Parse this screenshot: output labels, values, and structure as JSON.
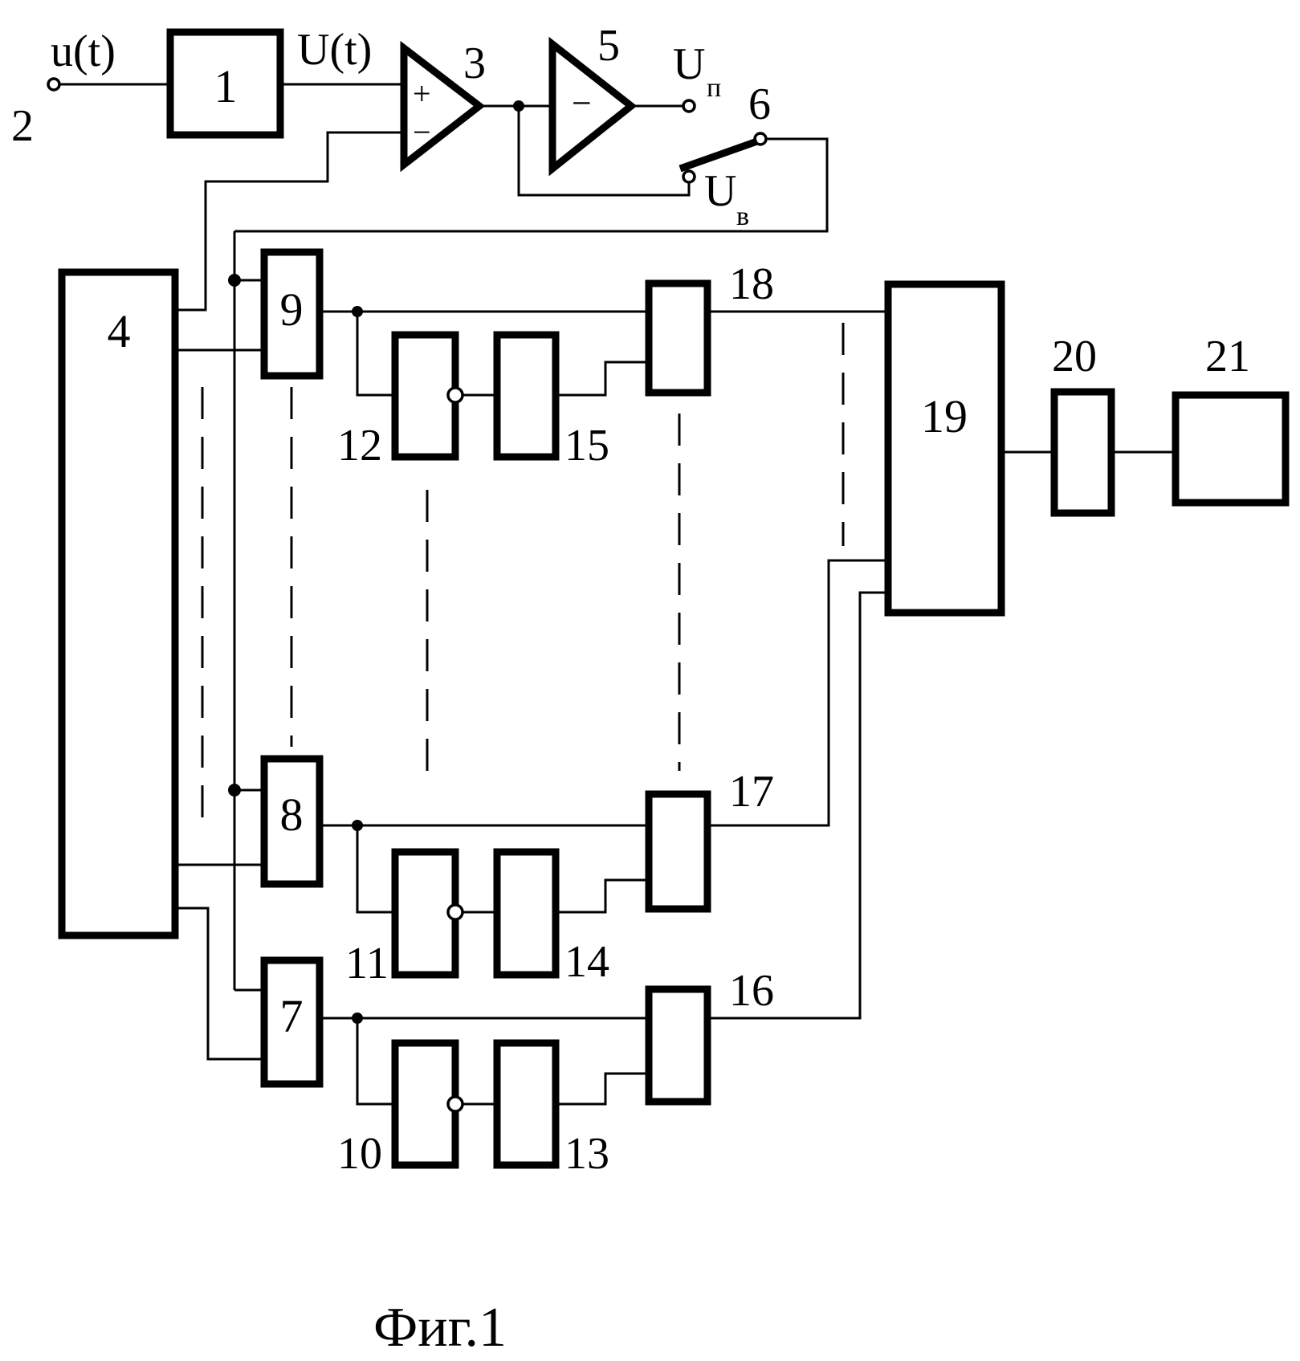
{
  "input_signal": "u(t)",
  "transformed_signal": "U(t)",
  "output_main": "U",
  "output_main_sub": "п",
  "output_alt": "U",
  "output_alt_sub": "в",
  "amp3_plus": "+",
  "amp3_minus": "−",
  "amp5_minus": "−",
  "blocks": {
    "b1": "1",
    "b2": "2",
    "b3": "3",
    "b4": "4",
    "b5": "5",
    "b6": "6",
    "b7": "7",
    "b8": "8",
    "b9": "9",
    "b10": "10",
    "b11": "11",
    "b12": "12",
    "b13": "13",
    "b14": "14",
    "b15": "15",
    "b16": "16",
    "b17": "17",
    "b18": "18",
    "b19": "19",
    "b20": "20",
    "b21": "21"
  },
  "caption": "Фиг.1"
}
